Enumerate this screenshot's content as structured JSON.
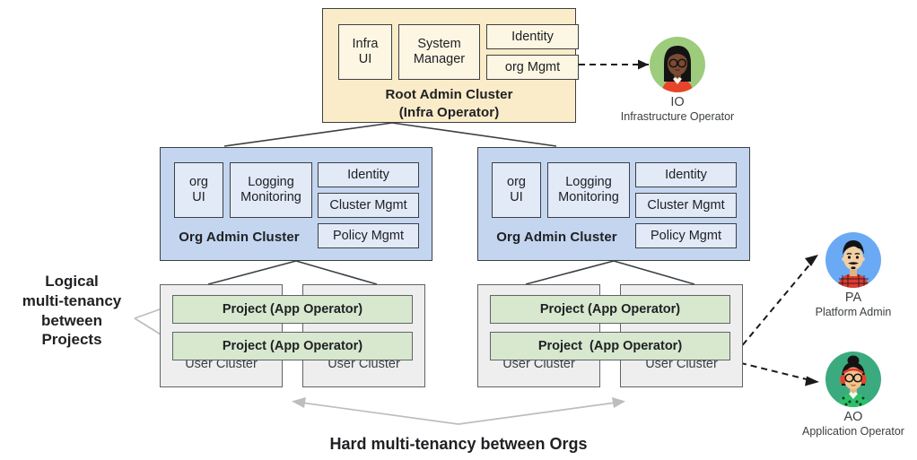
{
  "root_cluster": {
    "label_line1": "Root Admin Cluster",
    "label_line2": "(Infra Operator)",
    "components": [
      {
        "name": "Infra\nUI",
        "display": "Infra UI"
      },
      {
        "name": "System\nManager",
        "display": "System Manager"
      },
      {
        "name": "Identity",
        "display": "Identity"
      },
      {
        "name": "org Mgmt",
        "display": "org Mgmt"
      }
    ],
    "fill": "#fbecc9",
    "inner_fill": "#fdf6e3"
  },
  "org_clusters": [
    {
      "label": "Org Admin Cluster",
      "components": [
        {
          "display": "org UI"
        },
        {
          "display": "Logging Monitoring"
        },
        {
          "display": "Identity"
        },
        {
          "display": "Cluster Mgmt"
        },
        {
          "display": "Policy Mgmt"
        }
      ],
      "user_clusters": [
        {
          "label": "User Cluster"
        },
        {
          "label": "User Cluster"
        }
      ],
      "projects": [
        {
          "label": "Project (App Operator)"
        },
        {
          "label": "Project (App Operator)"
        }
      ]
    },
    {
      "label": "Org Admin Cluster",
      "components": [
        {
          "display": "org UI"
        },
        {
          "display": "Logging Monitoring"
        },
        {
          "display": "Identity"
        },
        {
          "display": "Cluster Mgmt"
        },
        {
          "display": "Policy Mgmt"
        }
      ],
      "user_clusters": [
        {
          "label": "User Cluster"
        },
        {
          "label": "User Cluster"
        }
      ],
      "projects": [
        {
          "label": "Project (App Operator)"
        },
        {
          "label": "Project  (App Operator)"
        }
      ]
    }
  ],
  "org_labels": {
    "org_ui_line1": "org",
    "org_ui_line2": "UI",
    "logging_line1": "Logging",
    "logging_line2": "Monitoring",
    "identity": "Identity",
    "cluster_mgmt": "Cluster Mgmt",
    "policy_mgmt": "Policy Mgmt"
  },
  "root_labels": {
    "infra_line1": "Infra",
    "infra_line2": "UI",
    "sysmgr_line1": "System",
    "sysmgr_line2": "Manager",
    "identity": "Identity",
    "org_mgmt": "org Mgmt"
  },
  "personas": [
    {
      "abbr": "IO",
      "role": "Infrastructure Operator",
      "circle_color": "#9ccc7c",
      "skin": "#7b4b33",
      "hair": "#1a1a1a",
      "shirt": "#e8442a"
    },
    {
      "abbr": "PA",
      "role": "Platform Admin",
      "circle_color": "#6aa9f4",
      "skin": "#f2d0a4",
      "hair": "#1a1a1a",
      "shirt": "#e03b2f"
    },
    {
      "abbr": "AO",
      "role": "Application Operator",
      "circle_color": "#3bab7f",
      "skin": "#f2c48f",
      "hair": "#1a1a1a",
      "shirt": "#2fbf6b"
    }
  ],
  "captions": {
    "side_line1": "Logical",
    "side_line2": "multi-tenancy",
    "side_line3": "between",
    "side_line4": "Projects",
    "bottom": "Hard multi-tenancy between Orgs"
  },
  "colors": {
    "root_fill": "#fbecc9",
    "org_fill": "#c3d5ef",
    "user_fill": "#eeeeee",
    "project_fill": "#d7e8cf",
    "stroke_dark": "#3c4043",
    "stroke_gray": "#5f6368",
    "arrow_gray": "#bdbdbd"
  }
}
